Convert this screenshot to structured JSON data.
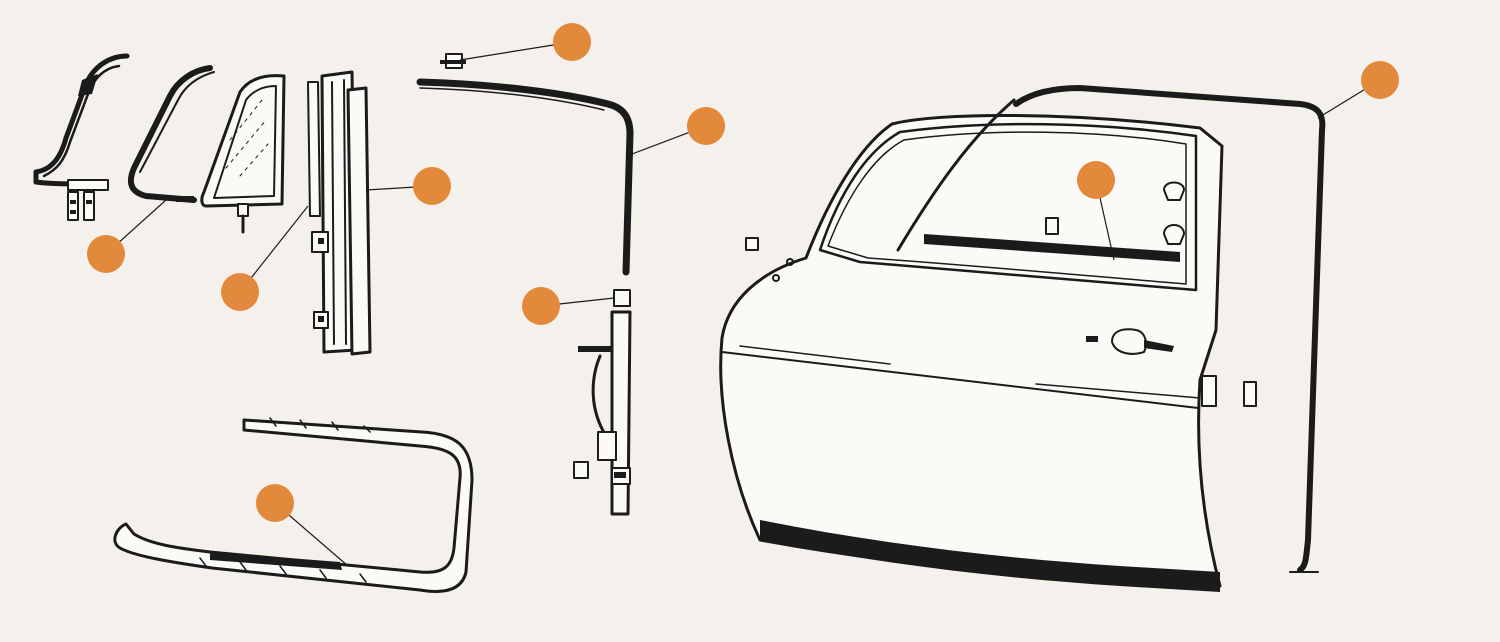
{
  "hotspot_color": "#e3893c",
  "background_color": "#f4f0eb",
  "hotspots": [
    {
      "name": "hotspot-top-clip"
    },
    {
      "name": "hotspot-quarter-window-seal"
    },
    {
      "name": "hotspot-vent-frame-seal"
    },
    {
      "name": "hotspot-glass-run-channel"
    },
    {
      "name": "hotspot-roof-weatherstrip"
    },
    {
      "name": "hotspot-channel-bracket"
    },
    {
      "name": "hotspot-door-belt-strip"
    },
    {
      "name": "hotspot-door-seal"
    },
    {
      "name": "hotspot-trim-seal"
    }
  ]
}
